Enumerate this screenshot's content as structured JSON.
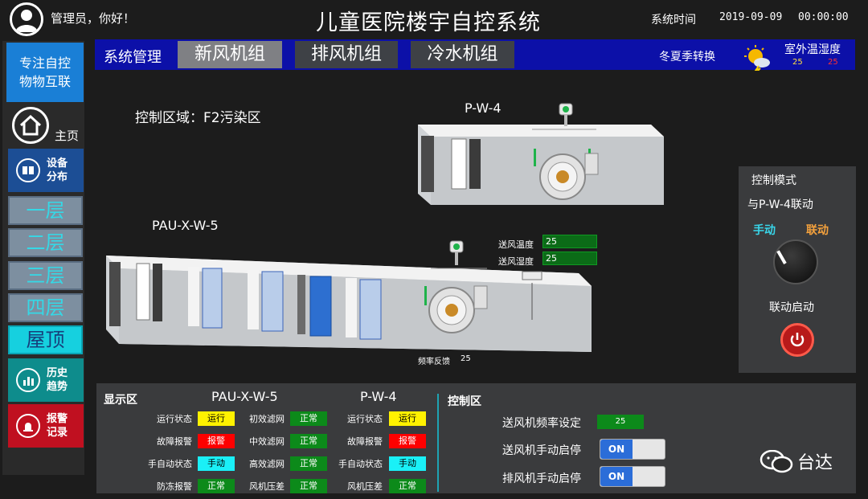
{
  "header": {
    "greeting": "管理员，你好！",
    "title": "儿童医院楼宇自控系统",
    "system_time_label": "系统时间",
    "date": "2019-09-09",
    "time": "00:00:00"
  },
  "sidebar": {
    "brand_line1": "专注自控",
    "brand_line2": "物物互联",
    "home": "主页",
    "device_line1": "设备",
    "device_line2": "分布",
    "floors": [
      "一层",
      "二层",
      "三层",
      "四层",
      "屋顶"
    ],
    "active_floor": "屋顶",
    "history_line1": "历史",
    "history_line2": "趋势",
    "alarm_line1": "报警",
    "alarm_line2": "记录"
  },
  "tabs": {
    "system": "系统管理",
    "items": [
      "新风机组",
      "排风机组",
      "冷水机组"
    ],
    "selected": "新风机组",
    "season_switch": "冬夏季转换",
    "outdoor_label": "室外温湿度",
    "outdoor_temp": "25",
    "outdoor_humidity": "25"
  },
  "main": {
    "control_area": "控制区域：F2污染区",
    "unit_pw4": "P-W-4",
    "unit_pau": "PAU-X-W-5",
    "supply_temp_label": "送风温度",
    "supply_temp": "25",
    "supply_hum_label": "送风湿度",
    "supply_hum": "25",
    "freq_feedback_label": "频率反馈",
    "freq_feedback": "25"
  },
  "control_mode": {
    "title": "控制模式",
    "subtitle": "与P-W-4联动",
    "manual": "手动",
    "linkage": "联动",
    "start": "联动启动"
  },
  "display": {
    "title": "显示区",
    "pau_head": "PAU-X-W-5",
    "pw4_head": "P-W-4",
    "pau_status": [
      {
        "label": "运行状态",
        "value": "运行"
      },
      {
        "label": "故障报警",
        "value": "报警"
      },
      {
        "label": "手自动状态",
        "value": "手动"
      },
      {
        "label": "防冻报警",
        "value": "正常"
      }
    ],
    "pau_filters": [
      {
        "label": "初效滤网",
        "value": "正常"
      },
      {
        "label": "中效滤网",
        "value": "正常"
      },
      {
        "label": "高效滤网",
        "value": "正常"
      },
      {
        "label": "风机压差",
        "value": "正常"
      }
    ],
    "pw4_status": [
      {
        "label": "运行状态",
        "value": "运行"
      },
      {
        "label": "故障报警",
        "value": "报警"
      },
      {
        "label": "手自动状态",
        "value": "手动"
      },
      {
        "label": "风机压差",
        "value": "正常"
      }
    ]
  },
  "control_zone": {
    "title": "控制区",
    "freq_label": "送风机频率设定",
    "freq_value": "25",
    "supply_manual_label": "送风机手动启停",
    "supply_manual_state": "ON",
    "exhaust_manual_label": "排风机手动启停",
    "exhaust_manual_state": "ON"
  },
  "watermark": "台达"
}
